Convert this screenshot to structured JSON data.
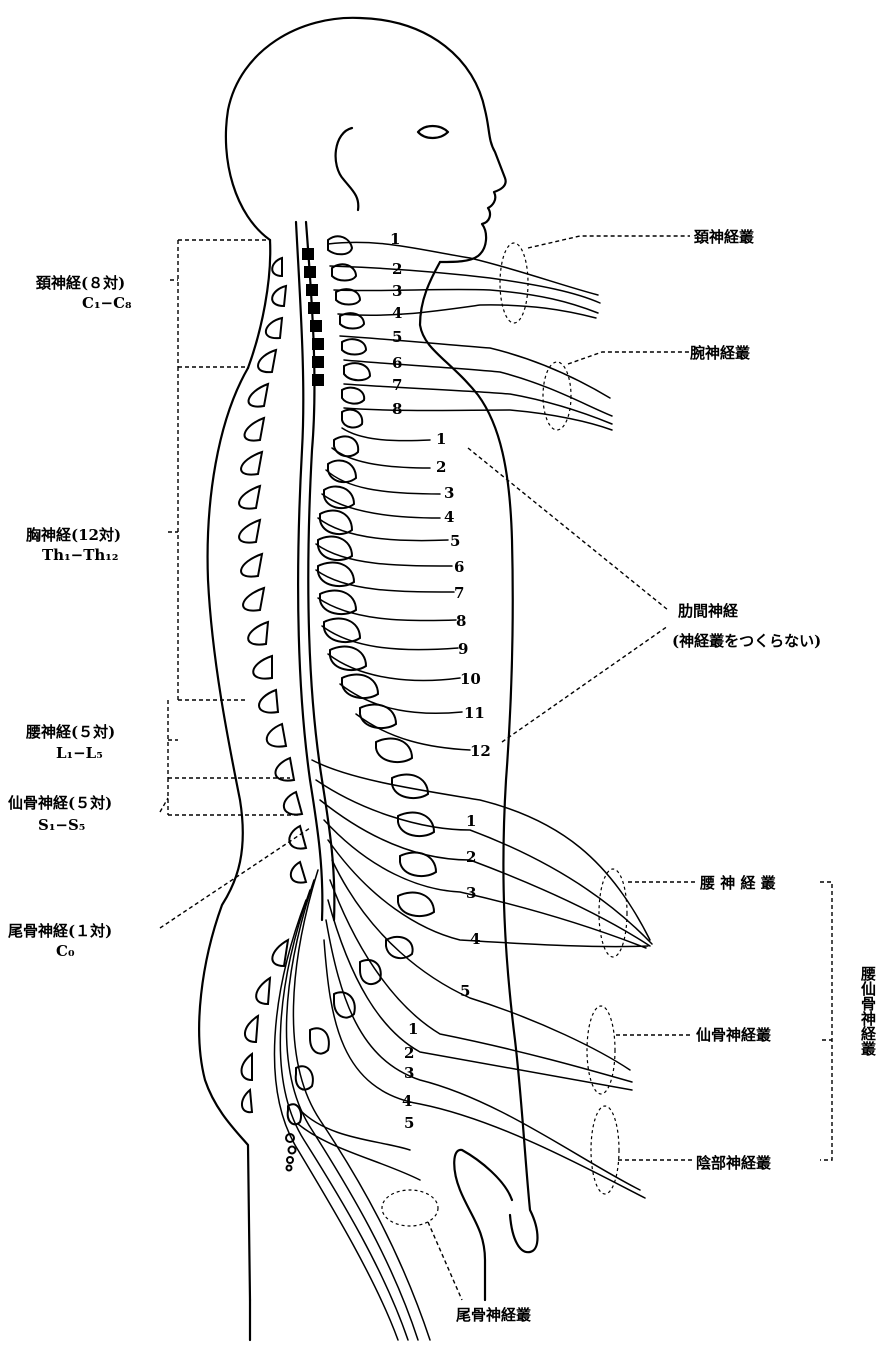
{
  "labels": {
    "cervical_nerves": "頚神経(８対)",
    "cervical_range": "C₁−C₈",
    "thoracic_nerves": "胸神経(12対)",
    "thoracic_range": "Th₁−Th₁₂",
    "lumbar_nerves": "腰神経(５対)",
    "lumbar_range": "L₁−L₅",
    "sacral_nerves": "仙骨神経(５対)",
    "sacral_range": "S₁−S₅",
    "coccygeal_nerves": "尾骨神経(１対)",
    "coccygeal_range": "C₀",
    "cervical_plexus": "頚神経叢",
    "brachial_plexus": "腕神経叢",
    "intercostal_nerves": "肋間神経",
    "intercostal_note": "(神経叢をつくらない)",
    "lumbar_plexus": "腰 神 経 叢",
    "sacral_plexus": "仙骨神経叢",
    "pudendal_plexus": "陰部神経叢",
    "lumbosacral_plexus": "腰仙骨神経叢",
    "coccygeal_plexus": "尾骨神経叢"
  },
  "numbers": {
    "cervical": [
      "1",
      "2",
      "3",
      "4",
      "5",
      "6",
      "7",
      "8"
    ],
    "thoracic": [
      "1",
      "2",
      "3",
      "4",
      "5",
      "6",
      "7",
      "8",
      "9",
      "10",
      "11",
      "12"
    ],
    "lumbar": [
      "1",
      "2",
      "3",
      "4",
      "5"
    ],
    "sacral": [
      "1",
      "2",
      "3",
      "4",
      "5"
    ]
  }
}
